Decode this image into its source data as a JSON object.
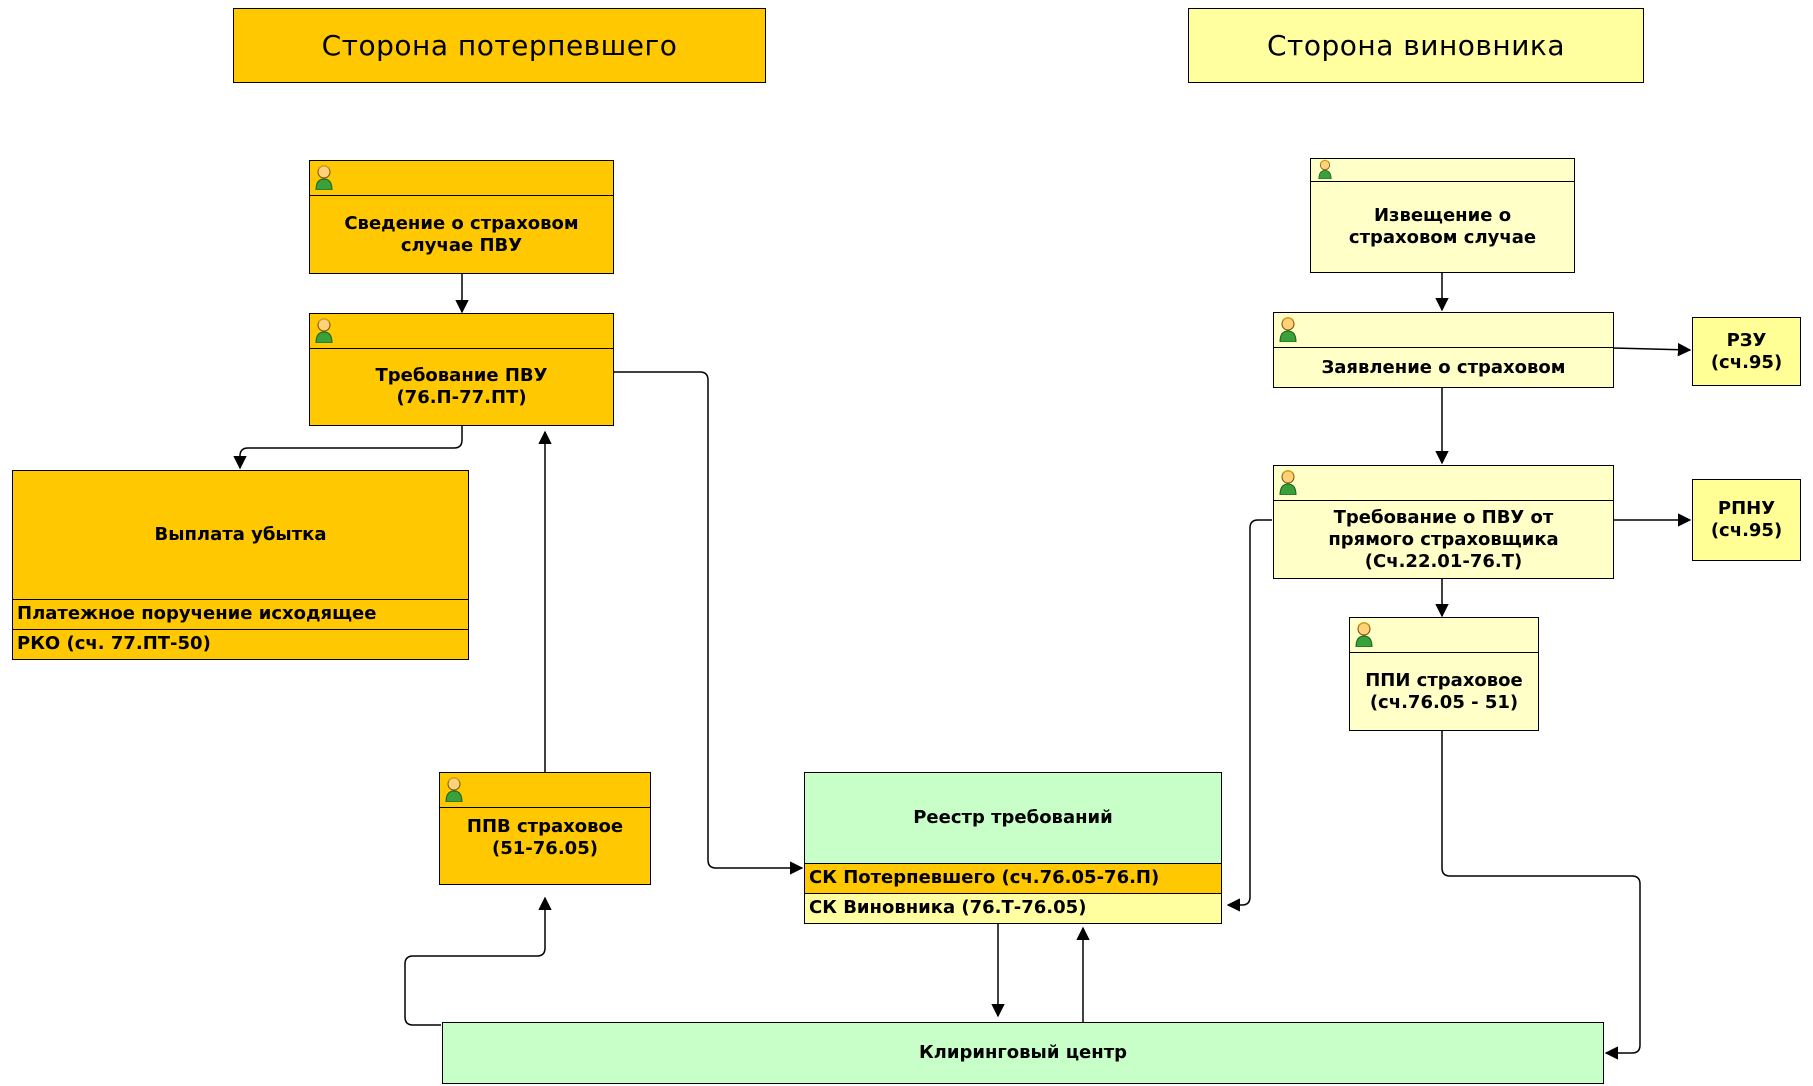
{
  "headers": {
    "victim": "Сторона потерпевшего",
    "culprit": "Сторона виновника"
  },
  "boxes": {
    "svedenie": "Сведение о страховом случае ПВУ",
    "trebovanie_pvu": "Требование ПВУ\n(76.П-77.ПТ)",
    "vyplata": "Выплата убытка",
    "vyplata_rows": [
      "Платежное поручение исходящее",
      "РКО (сч. 77.ПТ-50)"
    ],
    "ppv": "ППВ страховое\n(51-76.05)",
    "reestr": "Реестр требований",
    "reestr_rows": [
      "СК Потерпевшего (сч.76.05-76.П)",
      "СК Виновника (76.Т-76.05)"
    ],
    "klirin": "Клиринговый центр",
    "izveshenie": "Извещение  о\nстраховом случае",
    "zayavlenie": "Заявление о страховом",
    "trebovanie_ot": "Требование о ПВУ от\nпрямого страховщика\n(Сч.22.01-76.Т)",
    "ppi": "ППИ страховое\n(сч.76.05 - 51)",
    "rzu": "РЗУ\n(сч.95)",
    "rpnu": "РПНУ\n(сч.95)"
  },
  "icons": {
    "person": "person-icon"
  },
  "colors": {
    "victim_fill": "#ffc800",
    "culprit_fill": "#ffffc8",
    "account_fill": "#ffff96",
    "center_fill": "#c8ffc8"
  }
}
